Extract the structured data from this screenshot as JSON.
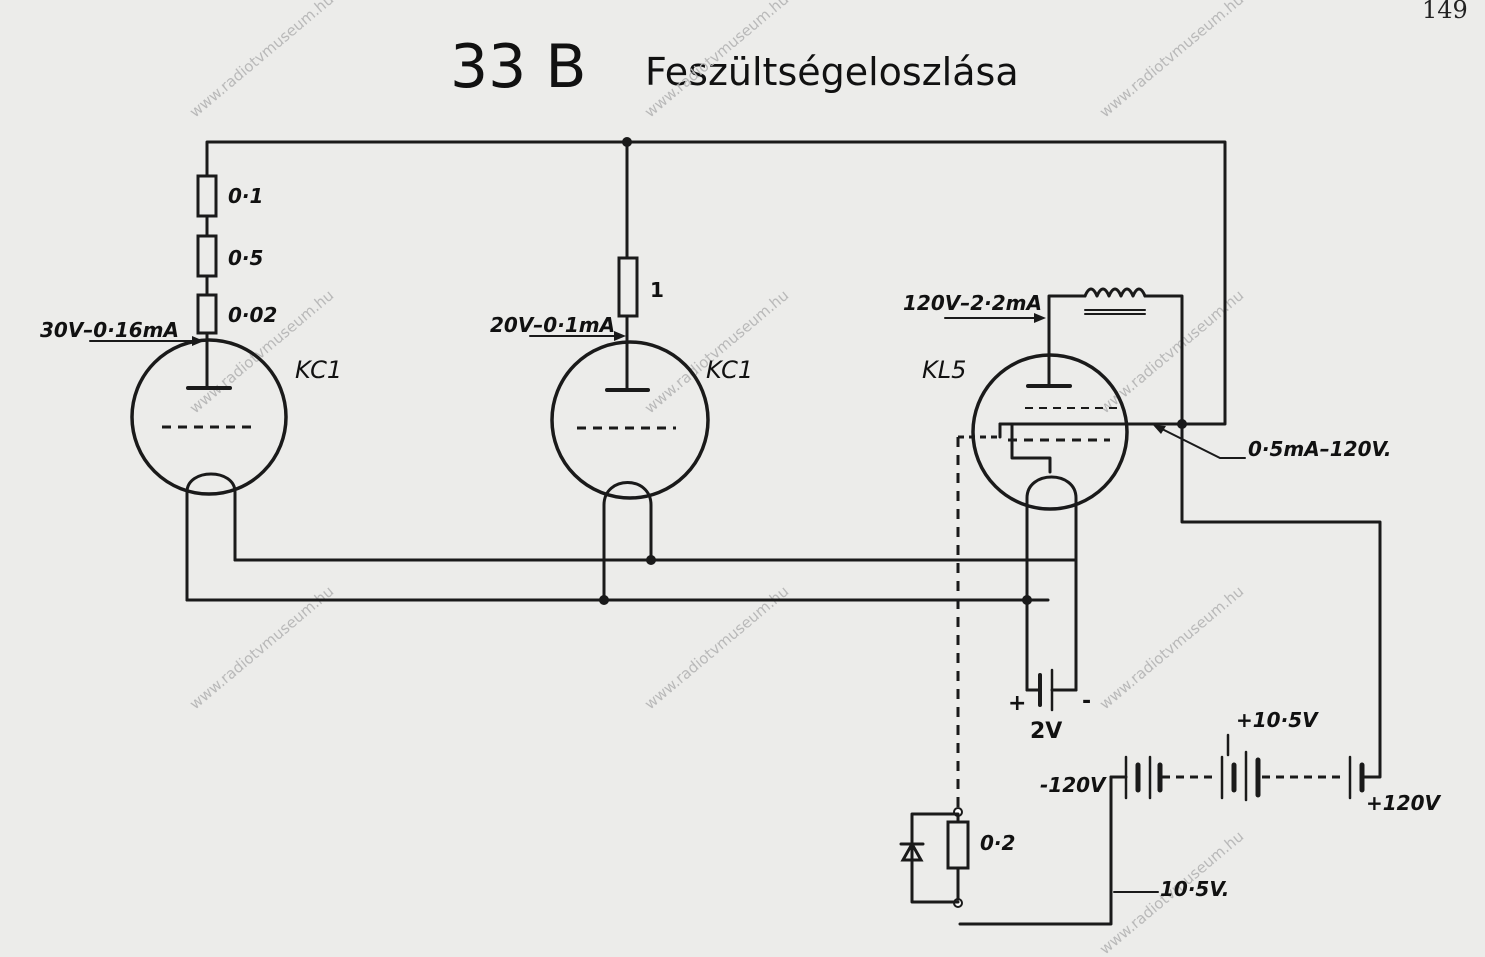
{
  "page_number": "149",
  "title": {
    "number": "33 B",
    "text": "Feszültségeloszlása"
  },
  "watermark": "www.radiotvmuseum.hu",
  "tubes": [
    {
      "label": "KC1"
    },
    {
      "label": "KC1"
    },
    {
      "label": "KL5"
    }
  ],
  "resistors": {
    "r1": "0·1",
    "r2": "0·5",
    "r3": "0·02",
    "r4": "1",
    "r5": "0·2"
  },
  "annotations": {
    "anode1": "30V–0·16mA",
    "anode2": "20V–0·1mA",
    "anode3": "120V–2·2mA",
    "screen": "0·5mA–120V.",
    "bias": "10·5V."
  },
  "batteries": {
    "heater": "2V",
    "heater_plus": "+",
    "heater_minus": "-",
    "minus120": "-120V",
    "plus10_5": "+10·5V",
    "plus120": "+120V"
  }
}
